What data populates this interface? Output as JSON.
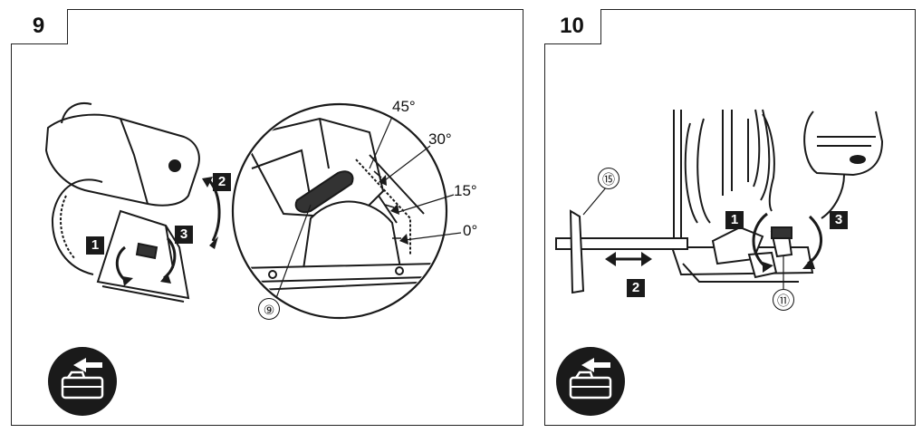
{
  "figure9": {
    "number": "9",
    "angles": [
      "45°",
      "30°",
      "15°",
      "0°"
    ],
    "steps": [
      "1",
      "2",
      "3"
    ],
    "part_callout": "⑨",
    "icon": "battery-remove-icon"
  },
  "figure10": {
    "number": "10",
    "steps": [
      "1",
      "2",
      "3"
    ],
    "part_callouts": [
      "⑮",
      "⑪"
    ],
    "icon": "battery-remove-icon"
  },
  "colors": {
    "ink": "#1a1a1a",
    "paper": "#ffffff",
    "grey": "#555555"
  }
}
